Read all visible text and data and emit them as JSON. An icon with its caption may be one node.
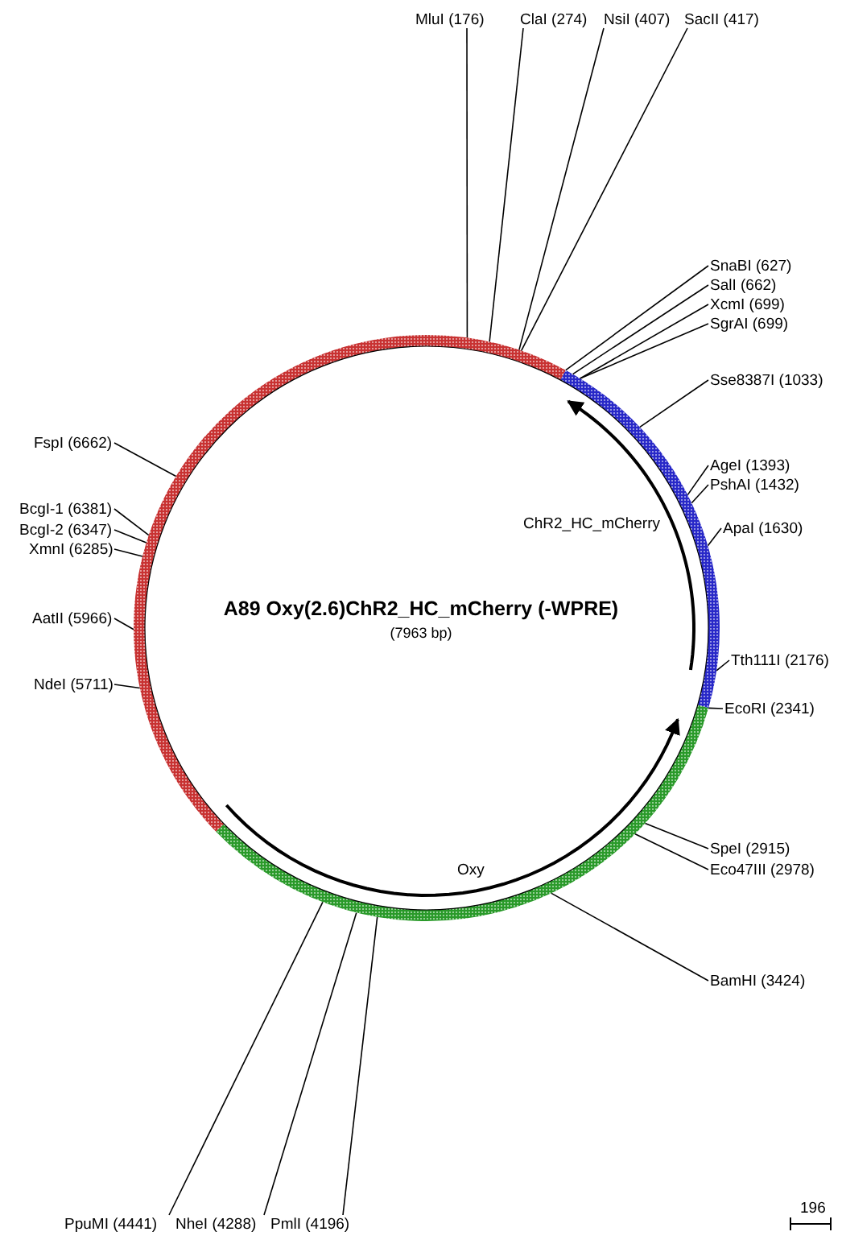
{
  "diagram": {
    "title": "A89 Oxy(2.6)ChR2_HC_mCherry (-WPRE)",
    "nodes": [
      {
        "text": [],
        "shape": "circle"
      },
      {
        "text": [
          "MluI (176)"
        ]
      },
      {
        "text": [
          "ClaI (274)"
        ]
      },
      {
        "text": [
          "NsiI (407)"
        ]
      },
      {
        "text": [
          "SacII (417)"
        ]
      },
      {
        "text": [
          "SnaBI (627)"
        ]
      },
      {
        "text": [
          "SalI (662)"
        ]
      },
      {
        "text": [
          "XcmI (699)"
        ]
      },
      {
        "text": [
          "SgrAI (699)"
        ]
      },
      {
        "text": [
          "Sse8387I (1033)"
        ]
      },
      {
        "text": [
          "AgeI (1393)"
        ]
      },
      {
        "text": [
          "PshAI (1432)"
        ]
      },
      {
        "text": [
          "ApaI (1630)"
        ]
      },
      {
        "text": [
          "Tth111I (2176)"
        ]
      },
      {
        "text": [
          "EcoRI (2341)"
        ]
      },
      {
        "text": [
          "SpeI (2915)"
        ]
      },
      {
        "text": [
          "Eco47III (2978)"
        ]
      },
      {
        "text": [
          "BamHI (3424)"
        ]
      },
      {
        "text": [
          "FspI (6662)"
        ]
      },
      {
        "text": [
          "BcgI-1 (6381)"
        ]
      },
      {
        "text": [
          "BcgI-2 (6347)"
        ]
      },
      {
        "text": [
          "XmnI (6285)"
        ]
      },
      {
        "text": [
          "AatII (5966)"
        ]
      },
      {
        "text": [
          "NdeI (5711)"
        ]
      },
      {
        "text": [
          "PpuMI (4441)"
        ]
      },
      {
        "text": [
          "NheI (4288)"
        ]
      },
      {
        "text": [
          "PmlI (4196)"
        ]
      }
    ],
    "edges": [
      {
        "from": 1,
        "to": 0,
        "arrow": "none"
      },
      {
        "from": 2,
        "to": 0,
        "arrow": "none"
      },
      {
        "from": 3,
        "to": 0,
        "arrow": "none"
      },
      {
        "from": 4,
        "to": 0,
        "arrow": "none"
      },
      {
        "from": 5,
        "to": 0,
        "arrow": "none"
      },
      {
        "from": 6,
        "to": 0,
        "arrow": "none"
      },
      {
        "from": 7,
        "to": 0,
        "arrow": "none"
      },
      {
        "from": 8,
        "to": 0,
        "arrow": "none"
      },
      {
        "from": 9,
        "to": 0,
        "arrow": "none"
      },
      {
        "from": 10,
        "to": 0,
        "arrow": "none"
      },
      {
        "from": 11,
        "to": 0,
        "arrow": "none"
      },
      {
        "from": 12,
        "to": 0,
        "arrow": "none"
      },
      {
        "from": 13,
        "to": 0,
        "arrow": "none"
      },
      {
        "from": 14,
        "to": 0,
        "arrow": "none"
      },
      {
        "from": 15,
        "to": 0,
        "arrow": "none"
      },
      {
        "from": 16,
        "to": 0,
        "arrow": "none"
      },
      {
        "from": 17,
        "to": 0,
        "arrow": "none"
      },
      {
        "from": 18,
        "to": 0,
        "arrow": "none"
      },
      {
        "from": 19,
        "to": 0,
        "arrow": "none"
      },
      {
        "from": 20,
        "to": 0,
        "arrow": "none"
      },
      {
        "from": 21,
        "to": 0,
        "arrow": "none"
      },
      {
        "from": 22,
        "to": 0,
        "arrow": "none"
      },
      {
        "from": 23,
        "to": 0,
        "arrow": "none"
      },
      {
        "from": 24,
        "to": 0,
        "arrow": "none"
      },
      {
        "from": 25,
        "to": 0,
        "arrow": "none"
      },
      {
        "from": 26,
        "to": 0,
        "arrow": "none"
      }
    ],
    "labels": [
      "(7963 bp)",
      "ChR2_HC_mCherry",
      "Oxy",
      "196"
    ]
  }
}
